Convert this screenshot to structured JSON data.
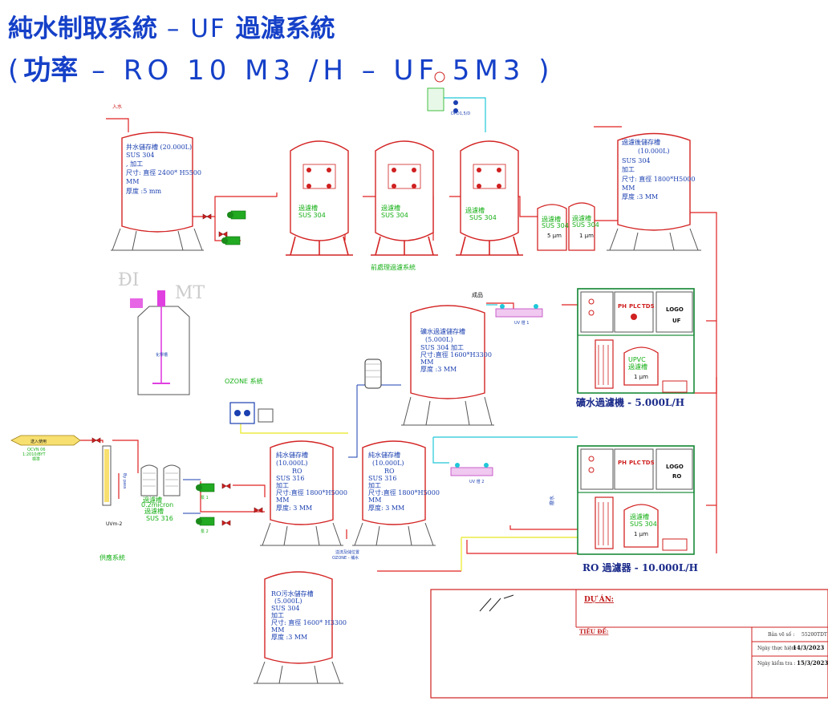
{
  "header": {
    "title_line1_a": "純水制取系統",
    "title_line1_dash": " – UF ",
    "title_line1_b": "過濾系統",
    "title_line2_open": "(",
    "title_line2_bold": "功率",
    "title_line2_rest": " – RO 10 M3 /H  –  UF  5M3  )"
  },
  "labels": {
    "inlet": "入水",
    "well_tank": [
      "井水儲存槽 (20.000L)",
      "SUS 304",
      ", 加工",
      "尺寸: 直徑 2400* H5500",
      "MM",
      "厚度 :5 mm"
    ],
    "filter_1": [
      "過濾槽",
      "SUS 304"
    ],
    "filter_2": [
      "過濾槽",
      "SUS 304"
    ],
    "filter_3": [
      "過濾槽",
      "SUS 304"
    ],
    "cart_1": [
      "過濾槽",
      "SUS 304",
      "5 μm"
    ],
    "cart_2": [
      "過濾槽",
      "SUS 304",
      "1 μm"
    ],
    "pretreat_system": "前處理過濾系統",
    "dosing_box": "DPD1,5/D",
    "after_filter_tank": [
      "過濾後儲存槽",
      "(10.000L)",
      "SUS 304",
      "加工",
      "尺寸: 直徑 1800*H5000",
      "MM",
      "厚度 :3 MM"
    ],
    "watermark": [
      "ĐI",
      "MT"
    ],
    "chem_tank": "化學槽",
    "ozone_system": "OZONE 系統",
    "mineral_tank": [
      "礦水過濾儲存槽",
      "(5.000L)",
      "SUS 304 加工",
      "尺寸:直徑 1600*H3300",
      "MM",
      "厚度 :3 MM"
    ],
    "finished": "成品",
    "uv1": "UV 燈 1",
    "uv2": "UV 燈 2",
    "uf_panel": [
      "PH",
      "PLC",
      "TDS",
      "LOGO",
      "UF"
    ],
    "upvc": [
      "UPVC",
      "過濾槽",
      "1 μm"
    ],
    "uf_machine": "礦水過濾機 - 5.000L/H",
    "pure_tank_1": [
      "純水儲存槽",
      "(10.000L)",
      "RO",
      "SUS 316",
      "加工",
      "尺寸:直徑 1800*H5000",
      "MM",
      "厚度: 3 MM"
    ],
    "pure_tank_2": [
      "純水儲存槽",
      "(10.000L)",
      "RO",
      "SUS 316",
      "加工",
      "尺寸:直徑 1800*H5000",
      "MM",
      "厚度: 3 MM"
    ],
    "ro_panel": [
      "PH",
      "PLC",
      "TDS",
      "LOGO",
      "RO"
    ],
    "ro_filter": [
      "過濾槽",
      "SUS 304",
      "1 μm"
    ],
    "ro_machine": "RO 過濾器 - 10.000L/H",
    "waste_side": "廢水",
    "ozone_note": [
      "溢流及儲位置",
      "OZONE - 補水"
    ],
    "outlet": [
      "送入使用",
      "QCVN 06",
      "1:2010/BYT",
      "標準"
    ],
    "uv_unit": "UVm-2",
    "bypass": "By pass",
    "polish_filter": [
      "過濾槽",
      "0.2micron",
      "過濾槽",
      "SUS 316"
    ],
    "pump_1": "泵 1",
    "pump_2": "泵 2",
    "supply_system": "供應系統",
    "ro_waste_tank": [
      "RO污水儲存槽",
      "(5.000L)",
      "SUS 304",
      "加工",
      "尺寸: 直徑 1600* H3300",
      "MM",
      "厚度 :3 MM"
    ]
  },
  "title_block": {
    "project_label": "DỰ ÁN:",
    "title_label": "TIÊU ĐỀ:",
    "drawing_no_label": "Bản vẽ số :",
    "drawing_no": "55200TDT",
    "date_done_label": "Ngày thực hiện:",
    "date_done": "14/3/2023",
    "date_check_label": "Ngày kiểm tra :",
    "date_check": "15/3/2023"
  },
  "colors": {
    "title": "#1540c8",
    "pipe": "#e02020",
    "tank": "#d42424",
    "label": "#1a3fb0",
    "green": "#18b018",
    "cyan": "#20c8d8",
    "panel": "#1a8a3a"
  }
}
